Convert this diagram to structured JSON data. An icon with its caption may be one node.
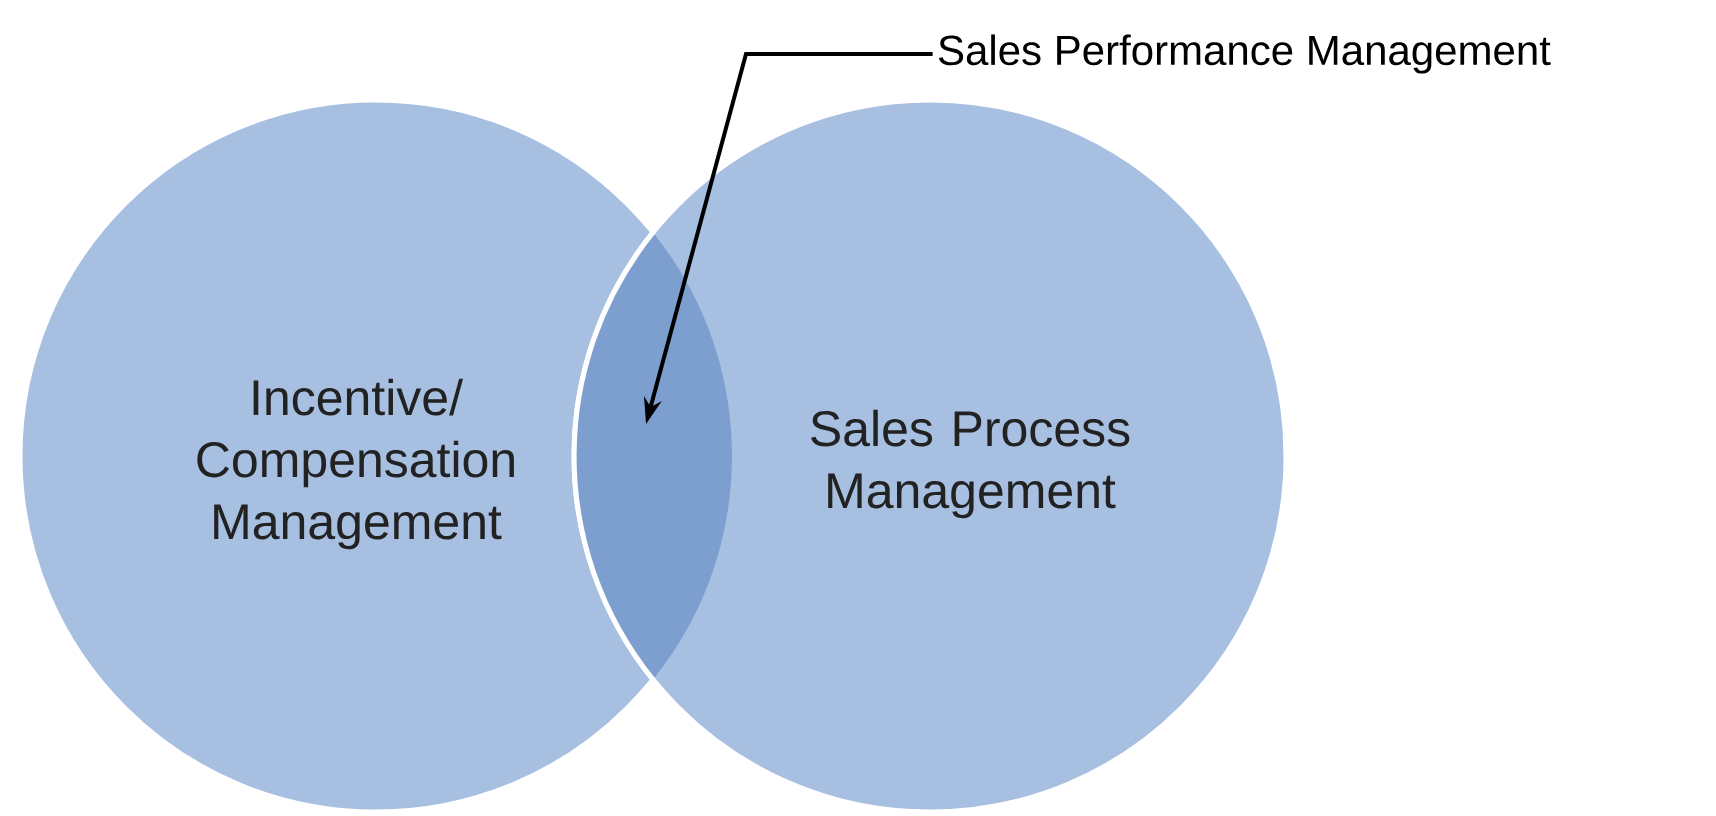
{
  "diagram": {
    "nodes": [
      {
        "text": [
          "Incentive/ Compensation Management"
        ]
      },
      {
        "text": [
          "Sales Process Management"
        ]
      },
      {
        "text": [
          "Sales Performance Management"
        ]
      },
      {
        "text": [],
        "shape": "lens"
      }
    ],
    "edges": [
      {
        "from": 2,
        "to": 3,
        "arrow": "to"
      }
    ]
  }
}
